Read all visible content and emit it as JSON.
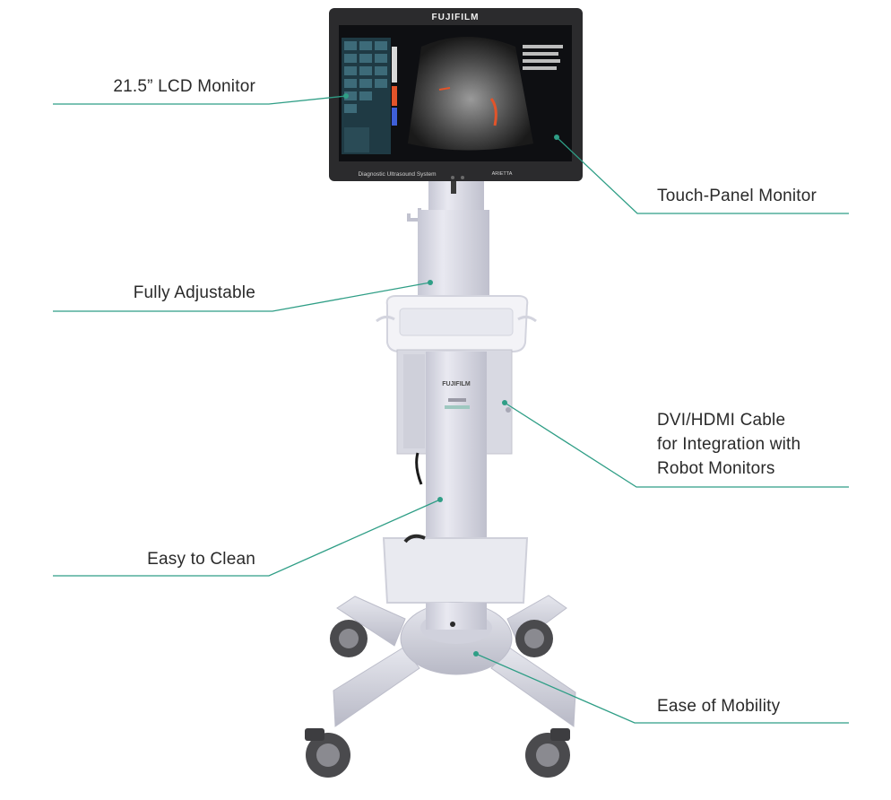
{
  "brand": {
    "logo_text": "FUJIFILM",
    "bezel_text": "Diagnostic Ultrasound System",
    "model_text": "ARIETTA",
    "body_logo_text": "FUJIFILM"
  },
  "colors": {
    "leader_line": "#2f9e86",
    "label_text": "#2a2a2a",
    "monitor_bezel": "#2b2b2d",
    "cart_body": "#dcdde8",
    "cart_shadow": "#b9bac8"
  },
  "callouts": [
    {
      "id": "lcd-monitor",
      "text": [
        "21.5” LCD Monitor"
      ]
    },
    {
      "id": "touch-panel-monitor",
      "text": [
        "Touch-Panel Monitor"
      ]
    },
    {
      "id": "fully-adjustable",
      "text": [
        "Fully Adjustable"
      ]
    },
    {
      "id": "dvi-hdmi-cable",
      "text": [
        "DVI/HDMI Cable",
        "for Integration with",
        "Robot Monitors"
      ]
    },
    {
      "id": "easy-to-clean",
      "text": [
        "Easy to Clean"
      ]
    },
    {
      "id": "ease-of-mobility",
      "text": [
        "Ease of Mobility"
      ]
    }
  ]
}
